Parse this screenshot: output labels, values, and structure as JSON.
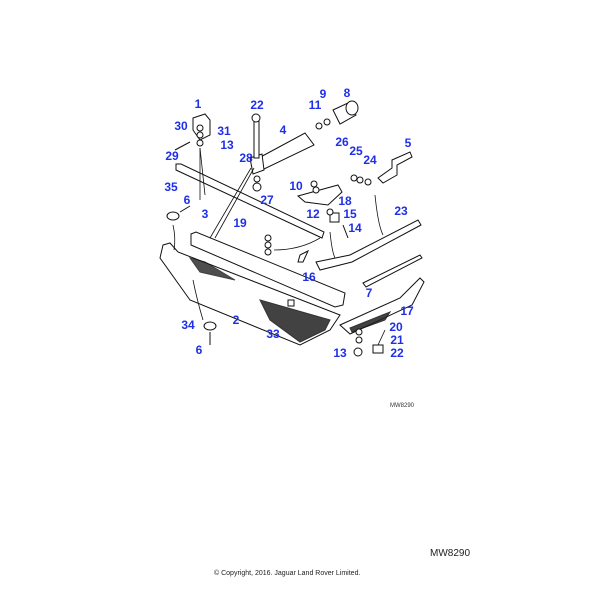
{
  "diagram": {
    "reference_small": "MW8290",
    "reference_large": "MW8290",
    "copyright": "© Copyright, 2016. Jaguar Land Rover Limited.",
    "label_color": "#1f2fe8",
    "callouts": [
      "1",
      "30",
      "31",
      "13",
      "29",
      "22",
      "4",
      "28",
      "27",
      "11",
      "9",
      "8",
      "26",
      "25",
      "24",
      "5",
      "10",
      "18",
      "12",
      "15",
      "14",
      "35",
      "6",
      "3",
      "19",
      "23",
      "16",
      "7",
      "17",
      "2",
      "33",
      "34",
      "20",
      "21",
      "13",
      "22",
      "6"
    ]
  }
}
